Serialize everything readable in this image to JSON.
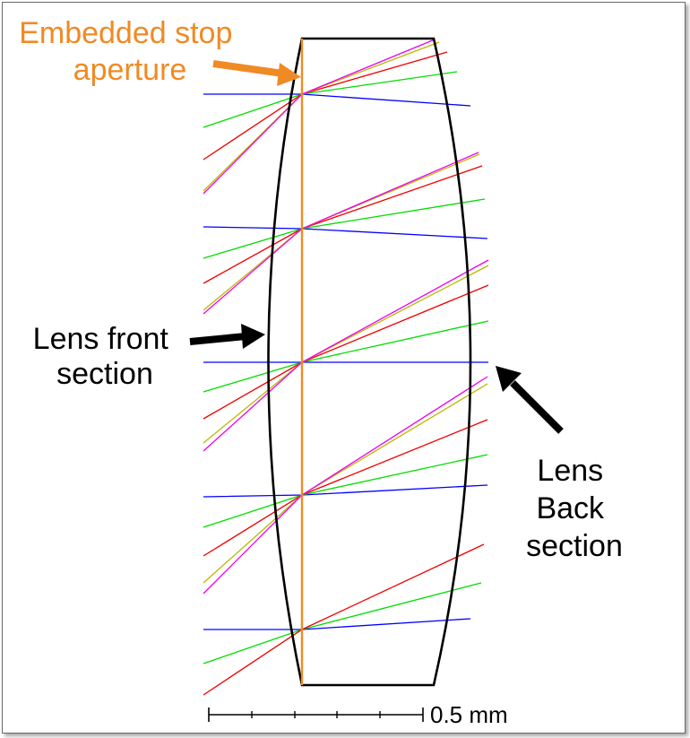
{
  "annotations": {
    "stop": [
      "Embedded stop",
      "aperture"
    ],
    "front": [
      "Lens front",
      "section"
    ],
    "back": [
      "Lens",
      "Back",
      "section"
    ]
  },
  "scale_bar": {
    "label": "0.5 mm"
  },
  "colors": {
    "stop": "#f08a24",
    "lens": "#000000",
    "rays": [
      "#0000ff",
      "#00dd00",
      "#ee0000",
      "#b8b800",
      "#ee00ee"
    ],
    "arrow_orange": "#f08a24",
    "arrow_black": "#000000"
  }
}
